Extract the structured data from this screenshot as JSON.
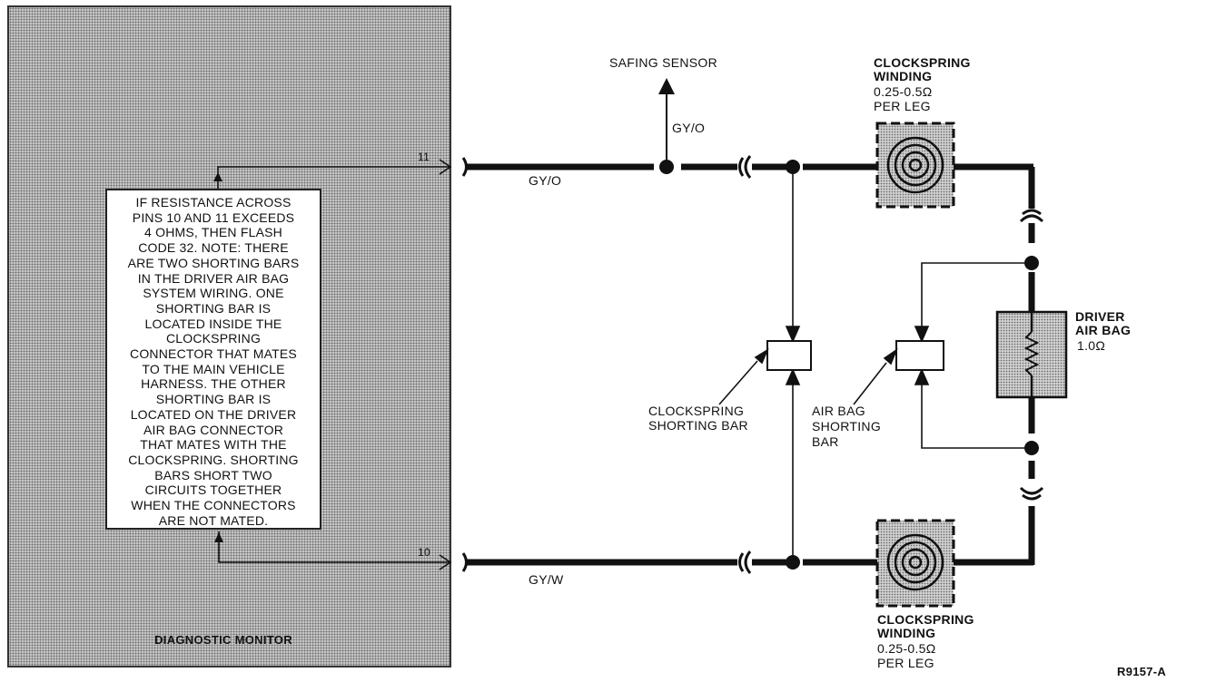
{
  "monitor": {
    "title": "DIAGNOSTIC MONITOR",
    "note_lines": [
      "IF RESISTANCE ACROSS",
      "PINS 10 AND 11 EXCEEDS",
      "4 OHMS, THEN FLASH",
      "CODE 32. NOTE: THERE",
      "ARE TWO SHORTING BARS",
      "IN THE DRIVER AIR BAG",
      "SYSTEM WIRING. ONE",
      "SHORTING BAR IS",
      "LOCATED INSIDE THE",
      "CLOCKSPRING",
      "CONNECTOR THAT MATES",
      "TO THE MAIN VEHICLE",
      "HARNESS. THE OTHER",
      "SHORTING BAR IS",
      "LOCATED ON THE DRIVER",
      "AIR BAG CONNECTOR",
      "THAT MATES WITH THE",
      "CLOCKSPRING. SHORTING",
      "BARS SHORT TWO",
      "CIRCUITS TOGETHER",
      "WHEN THE CONNECTORS",
      "ARE NOT MATED."
    ],
    "pin_top": "11",
    "pin_bottom": "10"
  },
  "wires": {
    "top_color": "GY/O",
    "safing_branch_color": "GY/O",
    "bottom_color": "GY/W"
  },
  "safing_sensor": {
    "label": "SAFING SENSOR"
  },
  "clockspring_top": {
    "title_line1": "CLOCKSPRING",
    "title_line2": "WINDING",
    "resistance": "0.25-0.5Ω",
    "per_leg": "PER LEG"
  },
  "clockspring_bottom": {
    "title_line1": "CLOCKSPRING",
    "title_line2": "WINDING",
    "resistance": "0.25-0.5Ω",
    "per_leg": "PER LEG"
  },
  "driver_air_bag": {
    "line1": "DRIVER",
    "line2": "AIR BAG",
    "resistance": "1.0Ω"
  },
  "clockspring_shorting_bar": {
    "line1": "CLOCKSPRING",
    "line2": "SHORTING BAR"
  },
  "air_bag_shorting_bar": {
    "line1": "AIR BAG",
    "line2": "SHORTING",
    "line3": "BAR"
  },
  "figure_id": "R9157-A"
}
